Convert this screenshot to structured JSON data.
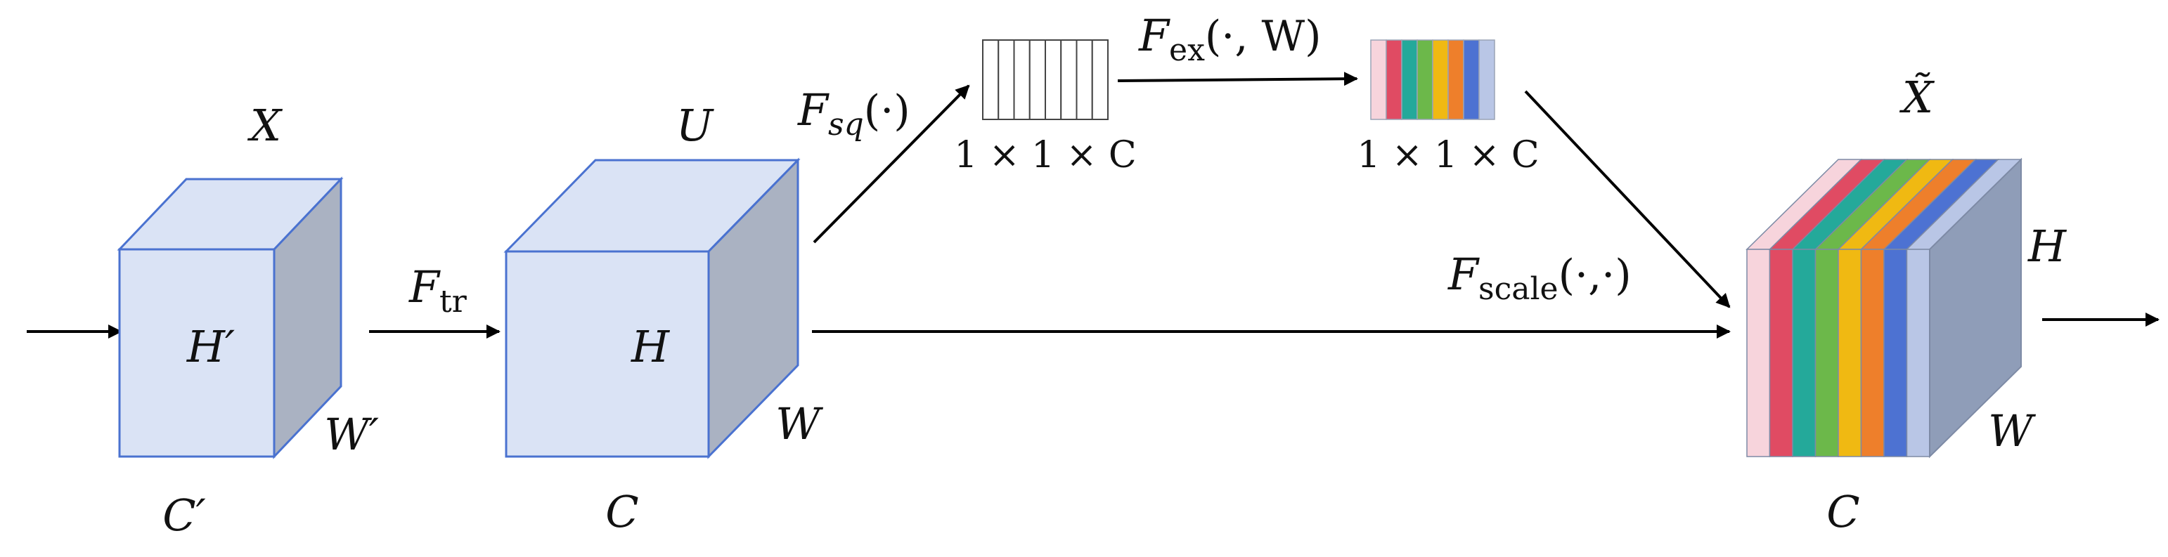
{
  "labels": {
    "x": "X",
    "h_prime": "H′",
    "w_prime": "W′",
    "c_prime": "C′",
    "f_tr_main": "F",
    "f_tr_sub": "tr",
    "u": "U",
    "h": "H",
    "w": "W",
    "c": "C",
    "f_sq_main": "F",
    "f_sq_sub": "sq",
    "f_sq_arg": "(·)",
    "squeeze_dim": "1 × 1 × C",
    "f_ex_main": "F",
    "f_ex_sub": "ex",
    "f_ex_arg": "(·, W)",
    "excite_dim": "1 × 1 × C",
    "x_tilde": "X̃",
    "f_scale_main": "F",
    "f_scale_sub": "scale",
    "f_scale_arg": "(·,·)",
    "out_h": "H",
    "out_w": "W",
    "out_c": "C"
  },
  "colors": {
    "cube_face": "#dae3f5",
    "cube_side": "#aab2c2",
    "cube_edge": "#4a72d0",
    "out_side": "#8f9db8",
    "channels": [
      "#f7d4dc",
      "#e04b63",
      "#24a99a",
      "#6cb84a",
      "#f0b912",
      "#ee7f2b",
      "#4d72d2",
      "#b9c6e6"
    ]
  }
}
